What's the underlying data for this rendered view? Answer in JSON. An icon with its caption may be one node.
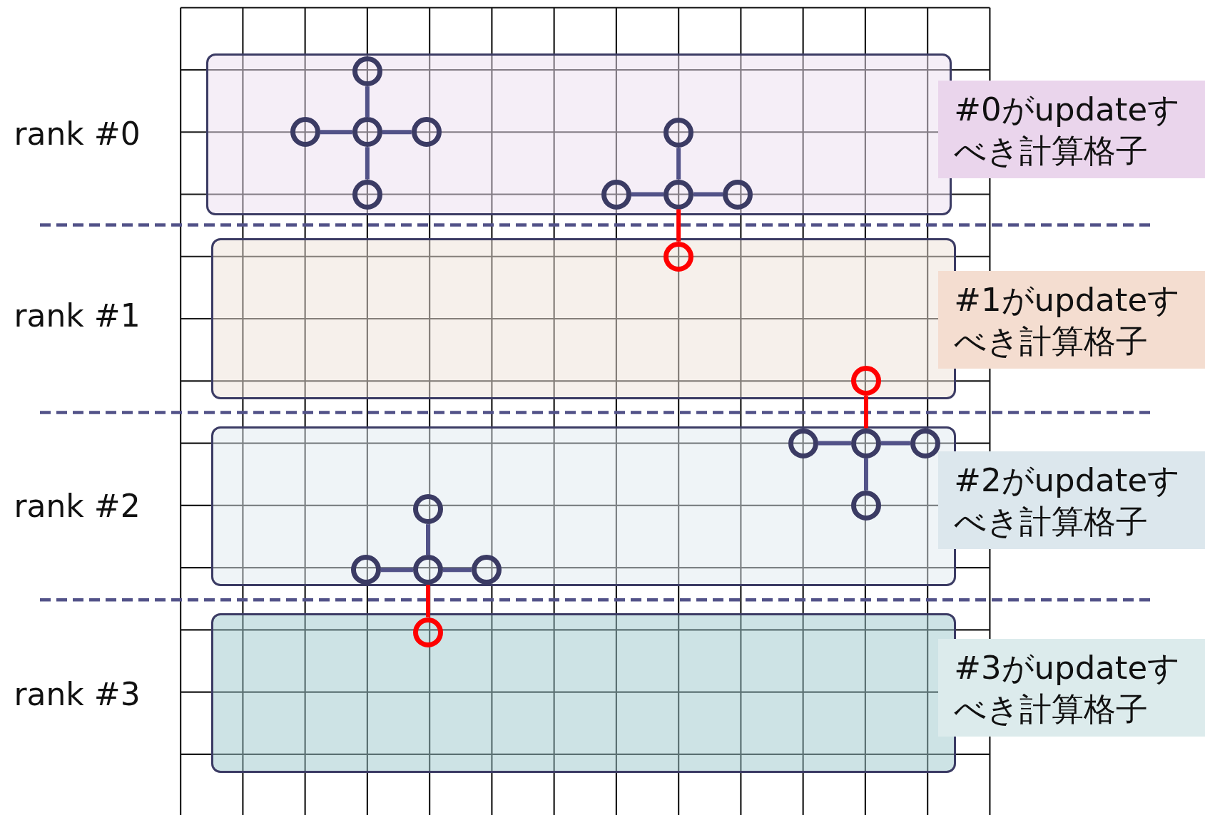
{
  "diagram": {
    "nodes": [
      {
        "text": [],
        "shape": "box",
        "beside": [
          "rank #0"
        ]
      },
      {
        "text": [
          "#0がupdateすべき計算格子"
        ]
      },
      {
        "text": [],
        "shape": "circle",
        "in": 0
      },
      {
        "text": [],
        "shape": "circle",
        "in": 0
      },
      {
        "text": [],
        "shape": "circle",
        "in": 0
      },
      {
        "text": [],
        "shape": "circle",
        "in": 0
      },
      {
        "text": [],
        "shape": "circle",
        "in": 0
      },
      {
        "text": [],
        "shape": "circle",
        "in": 0
      },
      {
        "text": [],
        "shape": "circle",
        "in": 0
      },
      {
        "text": [],
        "shape": "circle",
        "in": 0
      },
      {
        "text": [],
        "shape": "circle",
        "in": 0
      },
      {
        "text": [],
        "shape": "box",
        "beside": [
          "rank #1"
        ]
      },
      {
        "text": [
          "#1がupdateすべき計算格子"
        ]
      },
      {
        "text": [],
        "shape": "circle",
        "in": 11
      },
      {
        "text": [],
        "shape": "circle",
        "in": 11
      },
      {
        "text": [],
        "shape": "box",
        "beside": [
          "rank #2"
        ]
      },
      {
        "text": [
          "#2がupdateすべき計算格子"
        ]
      },
      {
        "text": [],
        "shape": "circle",
        "in": 15
      },
      {
        "text": [],
        "shape": "circle",
        "in": 15
      },
      {
        "text": [],
        "shape": "circle",
        "in": 15
      },
      {
        "text": [],
        "shape": "circle",
        "in": 15
      },
      {
        "text": [],
        "shape": "circle",
        "in": 15
      },
      {
        "text": [],
        "shape": "circle",
        "in": 15
      },
      {
        "text": [],
        "shape": "circle",
        "in": 15
      },
      {
        "text": [],
        "shape": "circle",
        "in": 15
      },
      {
        "text": [],
        "shape": "box",
        "beside": [
          "rank #3"
        ]
      },
      {
        "text": [
          "#3がupdateすべき計算格子"
        ]
      },
      {
        "text": [],
        "shape": "circle",
        "in": 25
      }
    ],
    "edges": [
      {
        "from": 4,
        "to": 2,
        "arrow": "none"
      },
      {
        "from": 4,
        "to": 3,
        "arrow": "none"
      },
      {
        "from": 4,
        "to": 5,
        "arrow": "none"
      },
      {
        "from": 4,
        "to": 7,
        "arrow": "none"
      },
      {
        "from": 9,
        "to": 6,
        "arrow": "none"
      },
      {
        "from": 9,
        "to": 8,
        "arrow": "none"
      },
      {
        "from": 9,
        "to": 10,
        "arrow": "none"
      },
      {
        "from": 9,
        "to": 13,
        "arrow": "none",
        "color": "#ff0000"
      },
      {
        "from": 18,
        "to": 14,
        "arrow": "none",
        "color": "#ff0000"
      },
      {
        "from": 18,
        "to": 17,
        "arrow": "none"
      },
      {
        "from": 18,
        "to": 19,
        "arrow": "none"
      },
      {
        "from": 18,
        "to": 20,
        "arrow": "none"
      },
      {
        "from": 23,
        "to": 21,
        "arrow": "none"
      },
      {
        "from": 23,
        "to": 22,
        "arrow": "none"
      },
      {
        "from": 23,
        "to": 24,
        "arrow": "none"
      },
      {
        "from": 23,
        "to": 27,
        "arrow": "none",
        "color": "#ff0000"
      }
    ]
  }
}
